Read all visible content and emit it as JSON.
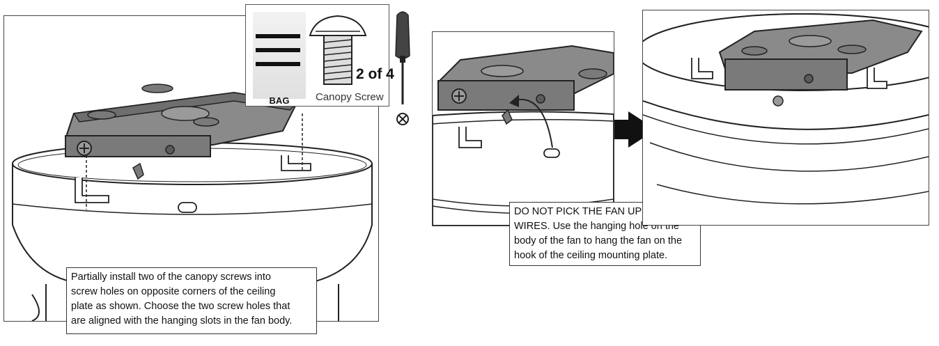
{
  "bag": {
    "label": "BAG",
    "count": "2 of 4",
    "part_name": "Canopy Screw"
  },
  "captions": {
    "step1": [
      "Partially install two of the canopy screws into",
      "screw holes on opposite corners of the ceiling",
      "plate as shown. Choose the two screw holes that",
      "are aligned with the hanging slots in the fan body."
    ],
    "warning": [
      "DO NOT PICK THE FAN UP BY THE",
      "WIRES. Use the hanging hole on the",
      "body of the fan to hang the fan on the",
      "hook of the ceiling mounting plate."
    ]
  },
  "colors": {
    "plate": "#8a8a8a",
    "plate_dark": "#5a5a5a",
    "outline": "#222222",
    "fan_body": "#ffffff"
  }
}
